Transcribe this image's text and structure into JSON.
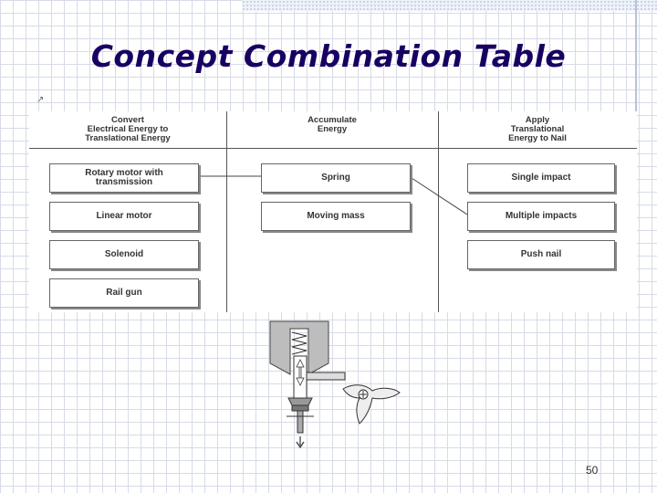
{
  "slide": {
    "title": "Concept Combination Table",
    "page_number": "50"
  },
  "table": {
    "columns": [
      {
        "heading": "Convert\nElectrical Energy to\nTranslational Energy",
        "options": [
          "Rotary motor with\ntransmission",
          "Linear motor",
          "Solenoid",
          "Rail gun"
        ]
      },
      {
        "heading": "Accumulate\nEnergy",
        "options": [
          "Spring",
          "Moving mass"
        ]
      },
      {
        "heading": "Apply\nTranslational\nEnergy to Nail",
        "options": [
          "Single impact",
          "Multiple impacts",
          "Push nail"
        ]
      }
    ],
    "selected_combination": [
      "Rotary motor with\ntransmission",
      "Spring",
      "Multiple impacts"
    ]
  }
}
